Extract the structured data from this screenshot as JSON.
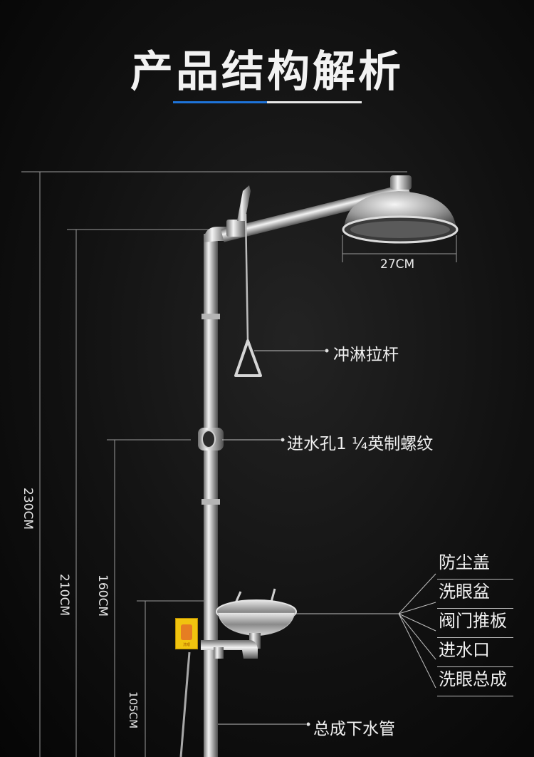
{
  "header": {
    "title": "产品结构解析"
  },
  "dimensions": {
    "total_height": "230CM",
    "arm_height": "210CM",
    "inlet_height": "160CM",
    "bowl_height": "105CM",
    "showerhead_width": "27CM"
  },
  "callouts": {
    "pull_rod": "冲淋拉杆",
    "water_inlet": "进水孔1 ¼英制螺纹",
    "drain_pipe": "总成下水管"
  },
  "parts": [
    "防尘盖",
    "洗眼盆",
    "阀门推板",
    "进水口",
    "洗眼总成"
  ],
  "sign": {
    "text": "洗眼"
  },
  "colors": {
    "accent_blue": "#1e73d8",
    "background": "#0b0b0b",
    "steel": "#c9c9c9"
  }
}
